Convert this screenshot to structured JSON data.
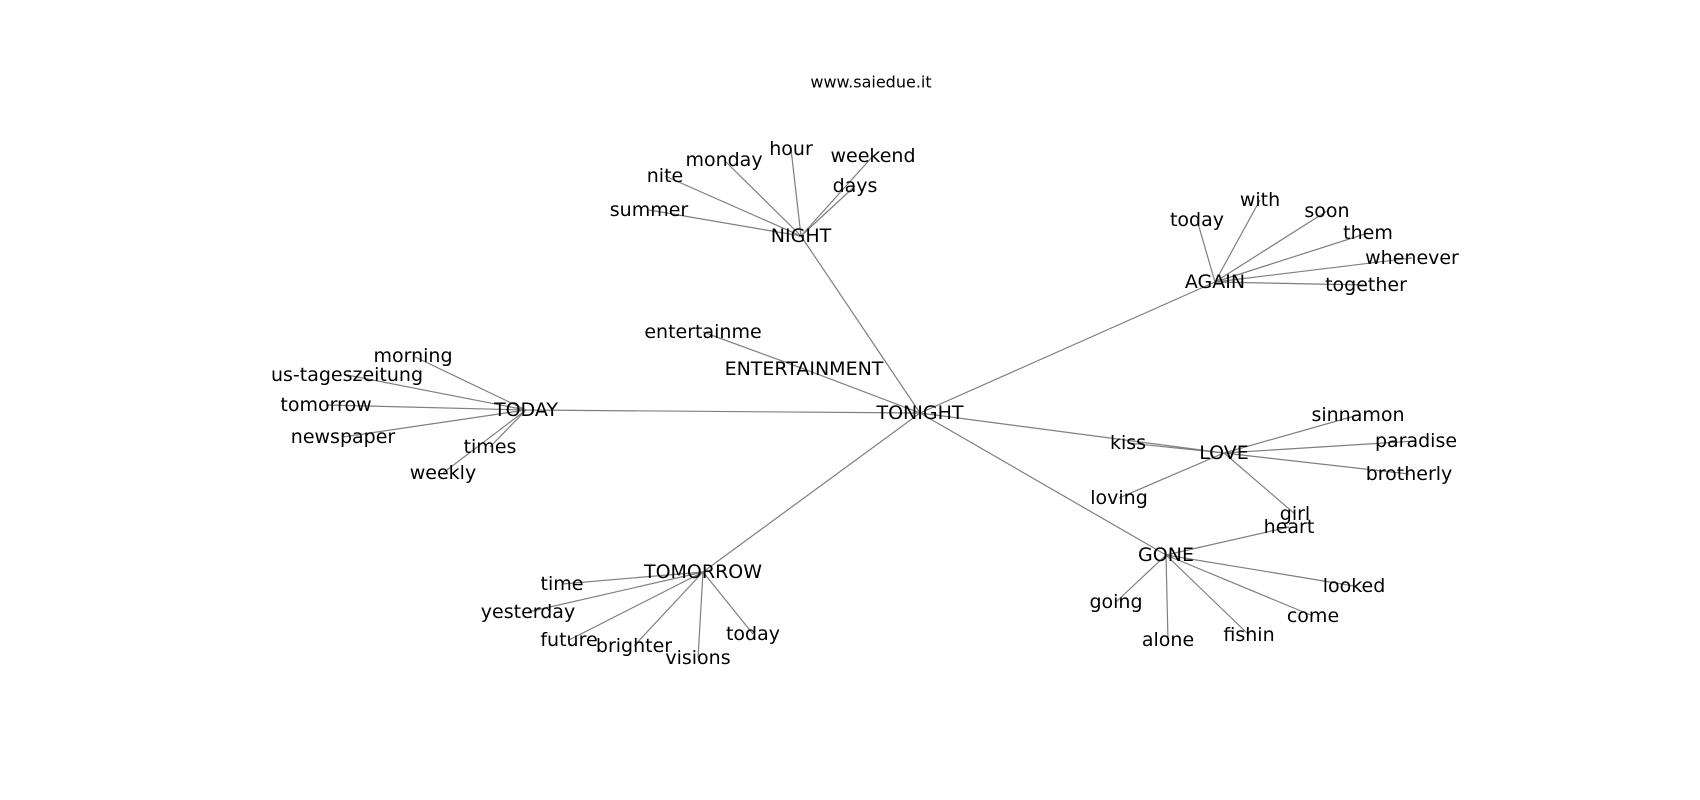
{
  "title": "www.saiedue.it",
  "colors": {
    "edge": "#7f7f7f",
    "text": "#000000",
    "background": "#ffffff"
  },
  "nodes": [
    {
      "id": "TONIGHT",
      "label": "TONIGHT"
    },
    {
      "id": "NIGHT",
      "label": "NIGHT"
    },
    {
      "id": "AGAIN",
      "label": "AGAIN"
    },
    {
      "id": "TODAY",
      "label": "TODAY"
    },
    {
      "id": "ENTERTAINMENT",
      "label": "ENTERTAINMENT"
    },
    {
      "id": "LOVE",
      "label": "LOVE"
    },
    {
      "id": "GONE",
      "label": "GONE"
    },
    {
      "id": "TOMORROW",
      "label": "TOMORROW"
    },
    {
      "id": "kiss",
      "label": "kiss"
    },
    {
      "id": "hour",
      "label": "hour"
    },
    {
      "id": "monday",
      "label": "monday"
    },
    {
      "id": "weekend",
      "label": "weekend"
    },
    {
      "id": "nite",
      "label": "nite"
    },
    {
      "id": "days",
      "label": "days"
    },
    {
      "id": "summer",
      "label": "summer"
    },
    {
      "id": "with",
      "label": "with"
    },
    {
      "id": "soon",
      "label": "soon"
    },
    {
      "id": "today_again",
      "label": "today"
    },
    {
      "id": "them",
      "label": "them"
    },
    {
      "id": "whenever",
      "label": "whenever"
    },
    {
      "id": "together",
      "label": "together"
    },
    {
      "id": "morning",
      "label": "morning"
    },
    {
      "id": "us-tageszeitung",
      "label": "us-tageszeitung"
    },
    {
      "id": "tomorrow_today",
      "label": "tomorrow"
    },
    {
      "id": "newspaper",
      "label": "newspaper"
    },
    {
      "id": "times",
      "label": "times"
    },
    {
      "id": "weekly",
      "label": "weekly"
    },
    {
      "id": "entertainme",
      "label": "entertainme"
    },
    {
      "id": "sinnamon",
      "label": "sinnamon"
    },
    {
      "id": "paradise",
      "label": "paradise"
    },
    {
      "id": "brotherly",
      "label": "brotherly"
    },
    {
      "id": "loving",
      "label": "loving"
    },
    {
      "id": "girl",
      "label": "girl"
    },
    {
      "id": "heart",
      "label": "heart"
    },
    {
      "id": "looked",
      "label": "looked"
    },
    {
      "id": "come",
      "label": "come"
    },
    {
      "id": "going",
      "label": "going"
    },
    {
      "id": "alone",
      "label": "alone"
    },
    {
      "id": "fishin",
      "label": "fishin"
    },
    {
      "id": "time",
      "label": "time"
    },
    {
      "id": "yesterday",
      "label": "yesterday"
    },
    {
      "id": "future",
      "label": "future"
    },
    {
      "id": "brighter",
      "label": "brighter"
    },
    {
      "id": "visions",
      "label": "visions"
    },
    {
      "id": "today_tomorrow",
      "label": "today"
    }
  ],
  "edges": [
    [
      "TONIGHT",
      "NIGHT"
    ],
    [
      "TONIGHT",
      "AGAIN"
    ],
    [
      "TONIGHT",
      "TODAY"
    ],
    [
      "TONIGHT",
      "ENTERTAINMENT"
    ],
    [
      "TONIGHT",
      "LOVE"
    ],
    [
      "TONIGHT",
      "GONE"
    ],
    [
      "TONIGHT",
      "TOMORROW"
    ],
    [
      "NIGHT",
      "hour"
    ],
    [
      "NIGHT",
      "monday"
    ],
    [
      "NIGHT",
      "weekend"
    ],
    [
      "NIGHT",
      "nite"
    ],
    [
      "NIGHT",
      "days"
    ],
    [
      "NIGHT",
      "summer"
    ],
    [
      "AGAIN",
      "with"
    ],
    [
      "AGAIN",
      "soon"
    ],
    [
      "AGAIN",
      "today_again"
    ],
    [
      "AGAIN",
      "them"
    ],
    [
      "AGAIN",
      "whenever"
    ],
    [
      "AGAIN",
      "together"
    ],
    [
      "TODAY",
      "morning"
    ],
    [
      "TODAY",
      "us-tageszeitung"
    ],
    [
      "TODAY",
      "tomorrow_today"
    ],
    [
      "TODAY",
      "newspaper"
    ],
    [
      "TODAY",
      "times"
    ],
    [
      "TODAY",
      "weekly"
    ],
    [
      "ENTERTAINMENT",
      "entertainme"
    ],
    [
      "LOVE",
      "kiss"
    ],
    [
      "LOVE",
      "sinnamon"
    ],
    [
      "LOVE",
      "paradise"
    ],
    [
      "LOVE",
      "brotherly"
    ],
    [
      "LOVE",
      "loving"
    ],
    [
      "LOVE",
      "girl"
    ],
    [
      "GONE",
      "heart"
    ],
    [
      "GONE",
      "looked"
    ],
    [
      "GONE",
      "come"
    ],
    [
      "GONE",
      "going"
    ],
    [
      "GONE",
      "alone"
    ],
    [
      "GONE",
      "fishin"
    ],
    [
      "TOMORROW",
      "time"
    ],
    [
      "TOMORROW",
      "yesterday"
    ],
    [
      "TOMORROW",
      "future"
    ],
    [
      "TOMORROW",
      "brighter"
    ],
    [
      "TOMORROW",
      "visions"
    ],
    [
      "TOMORROW",
      "today_tomorrow"
    ]
  ]
}
